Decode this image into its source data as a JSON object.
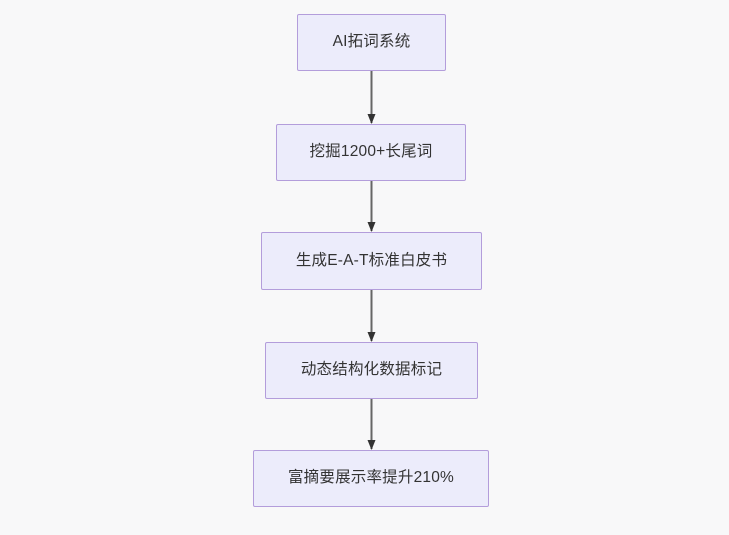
{
  "diagram": {
    "type": "flowchart",
    "direction": "top-down",
    "background_color": "#f8f8f9",
    "node_fill_color": "#ececfb",
    "node_border_color": "#b39ddb",
    "node_text_color": "#333333",
    "edge_color": "#666666",
    "arrowhead_color": "#333333",
    "nodes": [
      {
        "id": "node-1",
        "label": "AI拓词系统"
      },
      {
        "id": "node-2",
        "label": "挖掘1200+长尾词"
      },
      {
        "id": "node-3",
        "label": "生成E-A-T标准白皮书"
      },
      {
        "id": "node-4",
        "label": "动态结构化数据标记"
      },
      {
        "id": "node-5",
        "label": "富摘要展示率提升210%"
      }
    ],
    "edges": [
      {
        "id": "edge-1-2",
        "from": "node-1",
        "to": "node-2",
        "label": ""
      },
      {
        "id": "edge-2-3",
        "from": "node-2",
        "to": "node-3",
        "label": ""
      },
      {
        "id": "edge-3-4",
        "from": "node-3",
        "to": "node-4",
        "label": ""
      },
      {
        "id": "edge-4-5",
        "from": "node-4",
        "to": "node-5",
        "label": ""
      }
    ]
  }
}
